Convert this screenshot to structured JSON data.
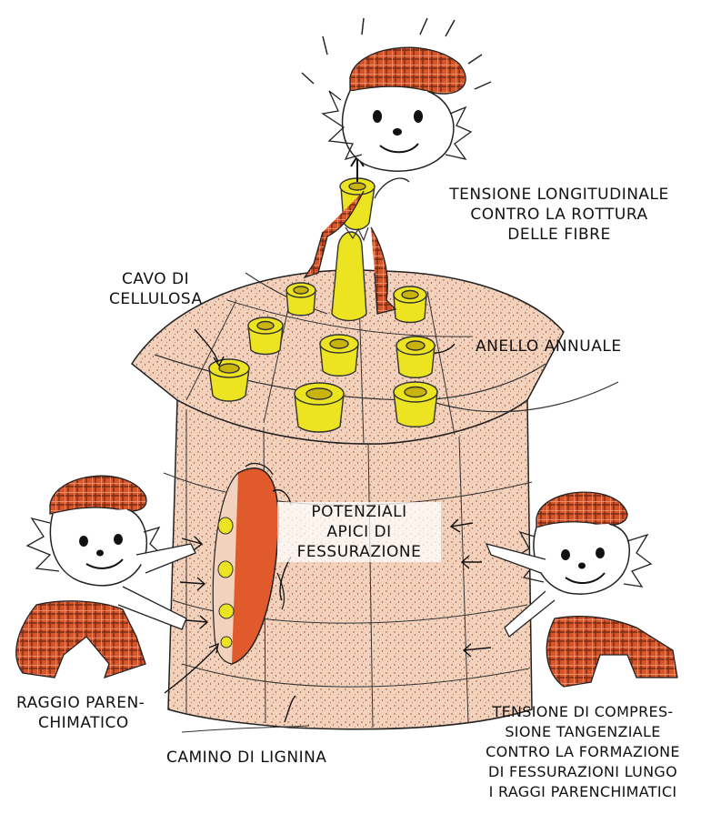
{
  "labels": {
    "longitudinal_tension": [
      "TENSIONE LONGITUDINALE",
      "CONTRO LA ROTTURA",
      "DELLE FIBRE"
    ],
    "cellulose_tube": [
      "CAVO DI",
      "CELLULOSA"
    ],
    "annual_ring": "ANELLO ANNUALE",
    "crack_tips": [
      "POTENZIALI",
      "APICI DI",
      "FESSURAZIONE"
    ],
    "ray": [
      "RAGGIO PAREN-",
      "CHIMATICO"
    ],
    "lignin_chimney": "CAMINO DI LIGNINA",
    "tangential_compression": [
      "TENSIONE DI COMPRES-",
      "SIONE TANGENZIALE",
      "CONTRO LA FORMAZIONE",
      "DI FESSURAZIONI LUNGO",
      "I RAGGI PARENCHIMATICI"
    ]
  },
  "colors": {
    "wood": "#f3d2bd",
    "stipple": "#b86b46",
    "cellulose": "#ece421",
    "tartan": "#d4552a",
    "ray_face": "#e05a2b",
    "ink": "#111111"
  },
  "icons": [
    "cartoon-character-top",
    "cartoon-character-left",
    "cartoon-character-right"
  ]
}
